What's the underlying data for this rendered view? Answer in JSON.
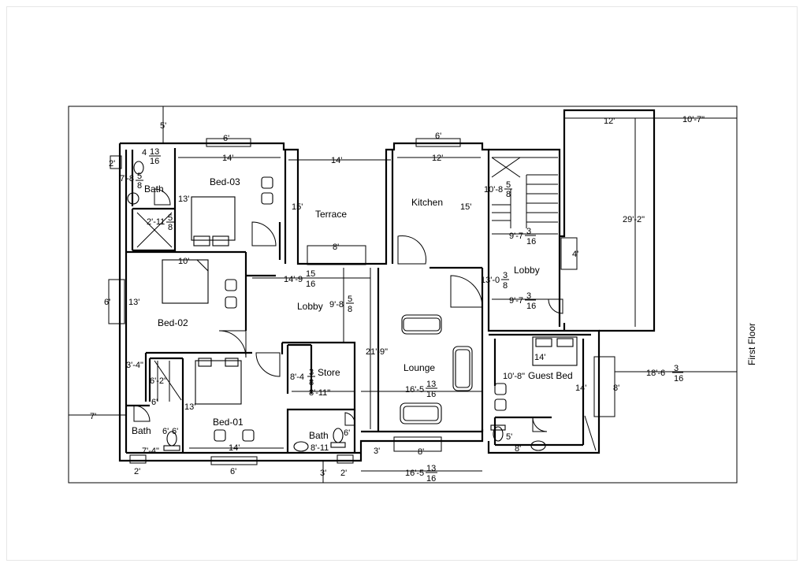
{
  "rooms": {
    "bed03": "Bed-03",
    "terrace": "Terrace",
    "kitchen": "Kitchen",
    "lobby_right": "Lobby",
    "bed02": "Bed-02",
    "lobby_center": "Lobby",
    "store": "Store",
    "lounge": "Lounge",
    "guest_bed": "Guest Bed",
    "bed01": "Bed-01",
    "bath_top": "Bath",
    "bath_left": "Bath",
    "bath_mid": "Bath"
  },
  "sheet_label": "First Floor",
  "dims": {
    "d_5": "5'",
    "d_6a": "6'",
    "d_14a": "14'",
    "d_14b": "14'",
    "d_6b": "6'",
    "d_12a": "12'",
    "d_12b": "12'",
    "d_10_7": "10'-7\"",
    "d_2a": "2'",
    "d_7_8": "7'-8",
    "d_13a": "13'",
    "d_15a": "15'",
    "d_15b": "15'",
    "d_10_8a": "10'-8",
    "d_29_2": "29'-2\"",
    "d_2_11": "2'-11",
    "d_8a": "8'",
    "d_9_7a": "9'-7",
    "d_4": "4'",
    "d_10": "10'",
    "d_14_9": "14'-9",
    "d_13_0": "13'-0",
    "d_6c": "6'",
    "d_13b": "13'",
    "d_9_8": "9'-8",
    "d_9_7b": "9'-7",
    "d_21_9": "21'-9\"",
    "d_3_4": "3'-4\"",
    "d_14c": "14'",
    "d_8_4": "8'-4",
    "d_10_8b": "10'-8\"",
    "d_18_6": "18'-6",
    "d_6_2": "6'-2\"",
    "d_8_11a": "8'-11\"",
    "d_16_5a": "16'-5",
    "d_14d": "14'",
    "d_8b": "8'",
    "d_7": "7'",
    "d_13c": "13'",
    "d_6_6": "6'",
    "d_6d": "6'",
    "d_5b": "5'",
    "d_7_4": "7'-4\"",
    "d_14e": "14'",
    "d_8_11b": "8'-11",
    "d_3a": "3'",
    "d_8c": "8'",
    "d_8d": "8'",
    "d_2b": "2'",
    "d_6e": "6'",
    "d_3b": "3'",
    "d_2c": "2'",
    "d_16_5b": "16'-5",
    "d_6f": "6'",
    "d_4_13": "4",
    "d_6g": "6'"
  },
  "fractions": {
    "f_13_16": [
      "13",
      "16"
    ],
    "f_5_8": [
      "5",
      "8"
    ],
    "f_15_16": [
      "15",
      "16"
    ],
    "f_3_8": [
      "3",
      "8"
    ],
    "f_3_16": [
      "3",
      "16"
    ]
  }
}
